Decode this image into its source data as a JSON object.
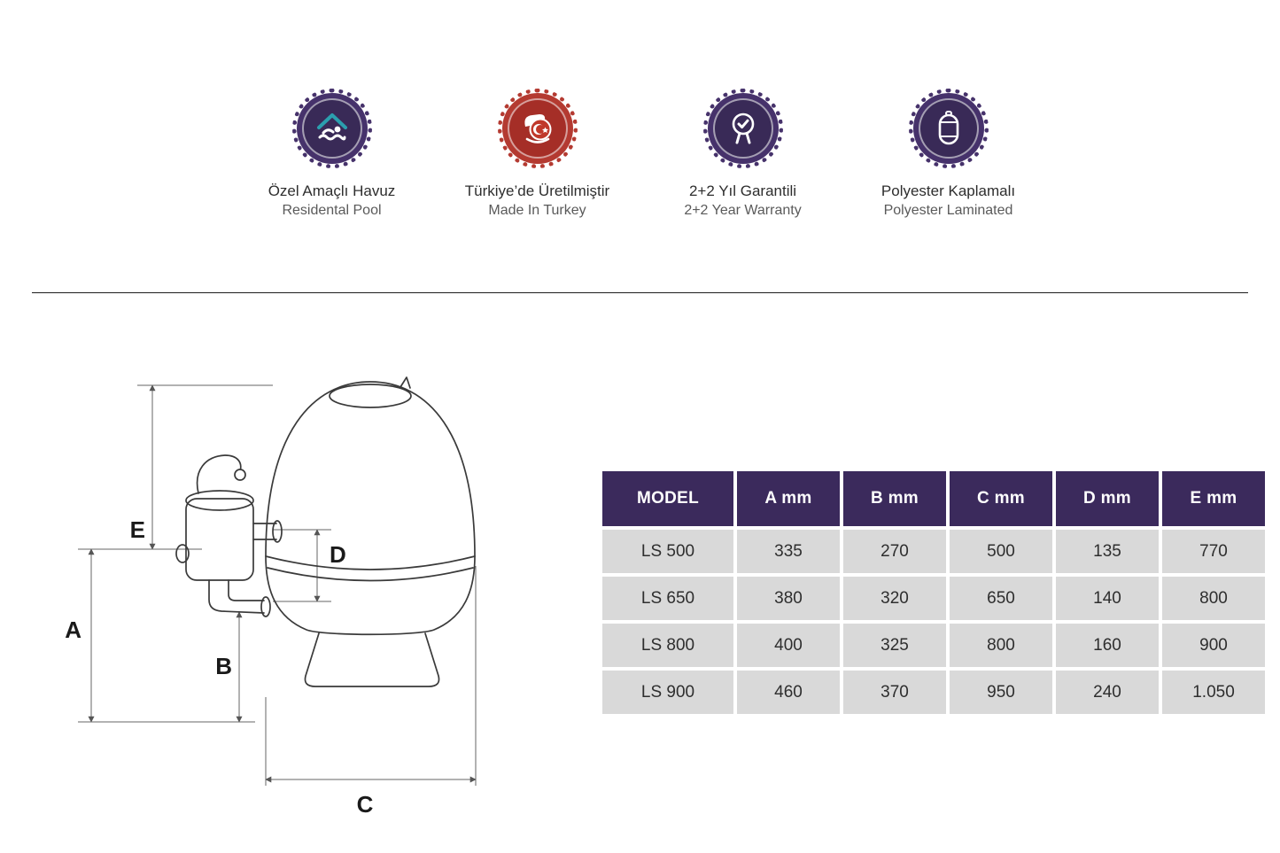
{
  "badges": [
    {
      "icon": "residential-pool-icon",
      "title": "Özel Amaçlı Havuz",
      "subtitle": "Residental Pool"
    },
    {
      "icon": "made-in-turkey-icon",
      "title": "Türkiye’de Üretilmiştir",
      "subtitle": "Made In Turkey"
    },
    {
      "icon": "warranty-medal-icon",
      "title": "2+2 Yıl Garantili",
      "subtitle": "2+2 Year Warranty"
    },
    {
      "icon": "polyester-tank-icon",
      "title": "Polyester Kaplamalı",
      "subtitle": "Polyester Laminated"
    }
  ],
  "diagram": {
    "labels": {
      "A": "A",
      "B": "B",
      "C": "C",
      "D": "D",
      "E": "E"
    }
  },
  "table": {
    "headers": [
      "MODEL",
      "A mm",
      "B mm",
      "C mm",
      "D mm",
      "E mm"
    ],
    "rows": [
      {
        "model": "LS 500",
        "values": [
          "335",
          "270",
          "500",
          "135",
          "770"
        ]
      },
      {
        "model": "LS 650",
        "values": [
          "380",
          "320",
          "650",
          "140",
          "800"
        ]
      },
      {
        "model": "LS 800",
        "values": [
          "400",
          "325",
          "800",
          "160",
          "900"
        ]
      },
      {
        "model": "LS 900",
        "values": [
          "460",
          "370",
          "950",
          "240",
          "1.050"
        ]
      }
    ]
  },
  "colors": {
    "badge_purple": "#46326b",
    "badge_inner_purple": "#392a57",
    "badge_red": "#b43a31",
    "badge_inner_red": "#a52e27",
    "pool_icon_teal": "#2b9fae",
    "table_header_bg": "#3b2a5c",
    "table_row_bg": "#d9d9d9"
  }
}
